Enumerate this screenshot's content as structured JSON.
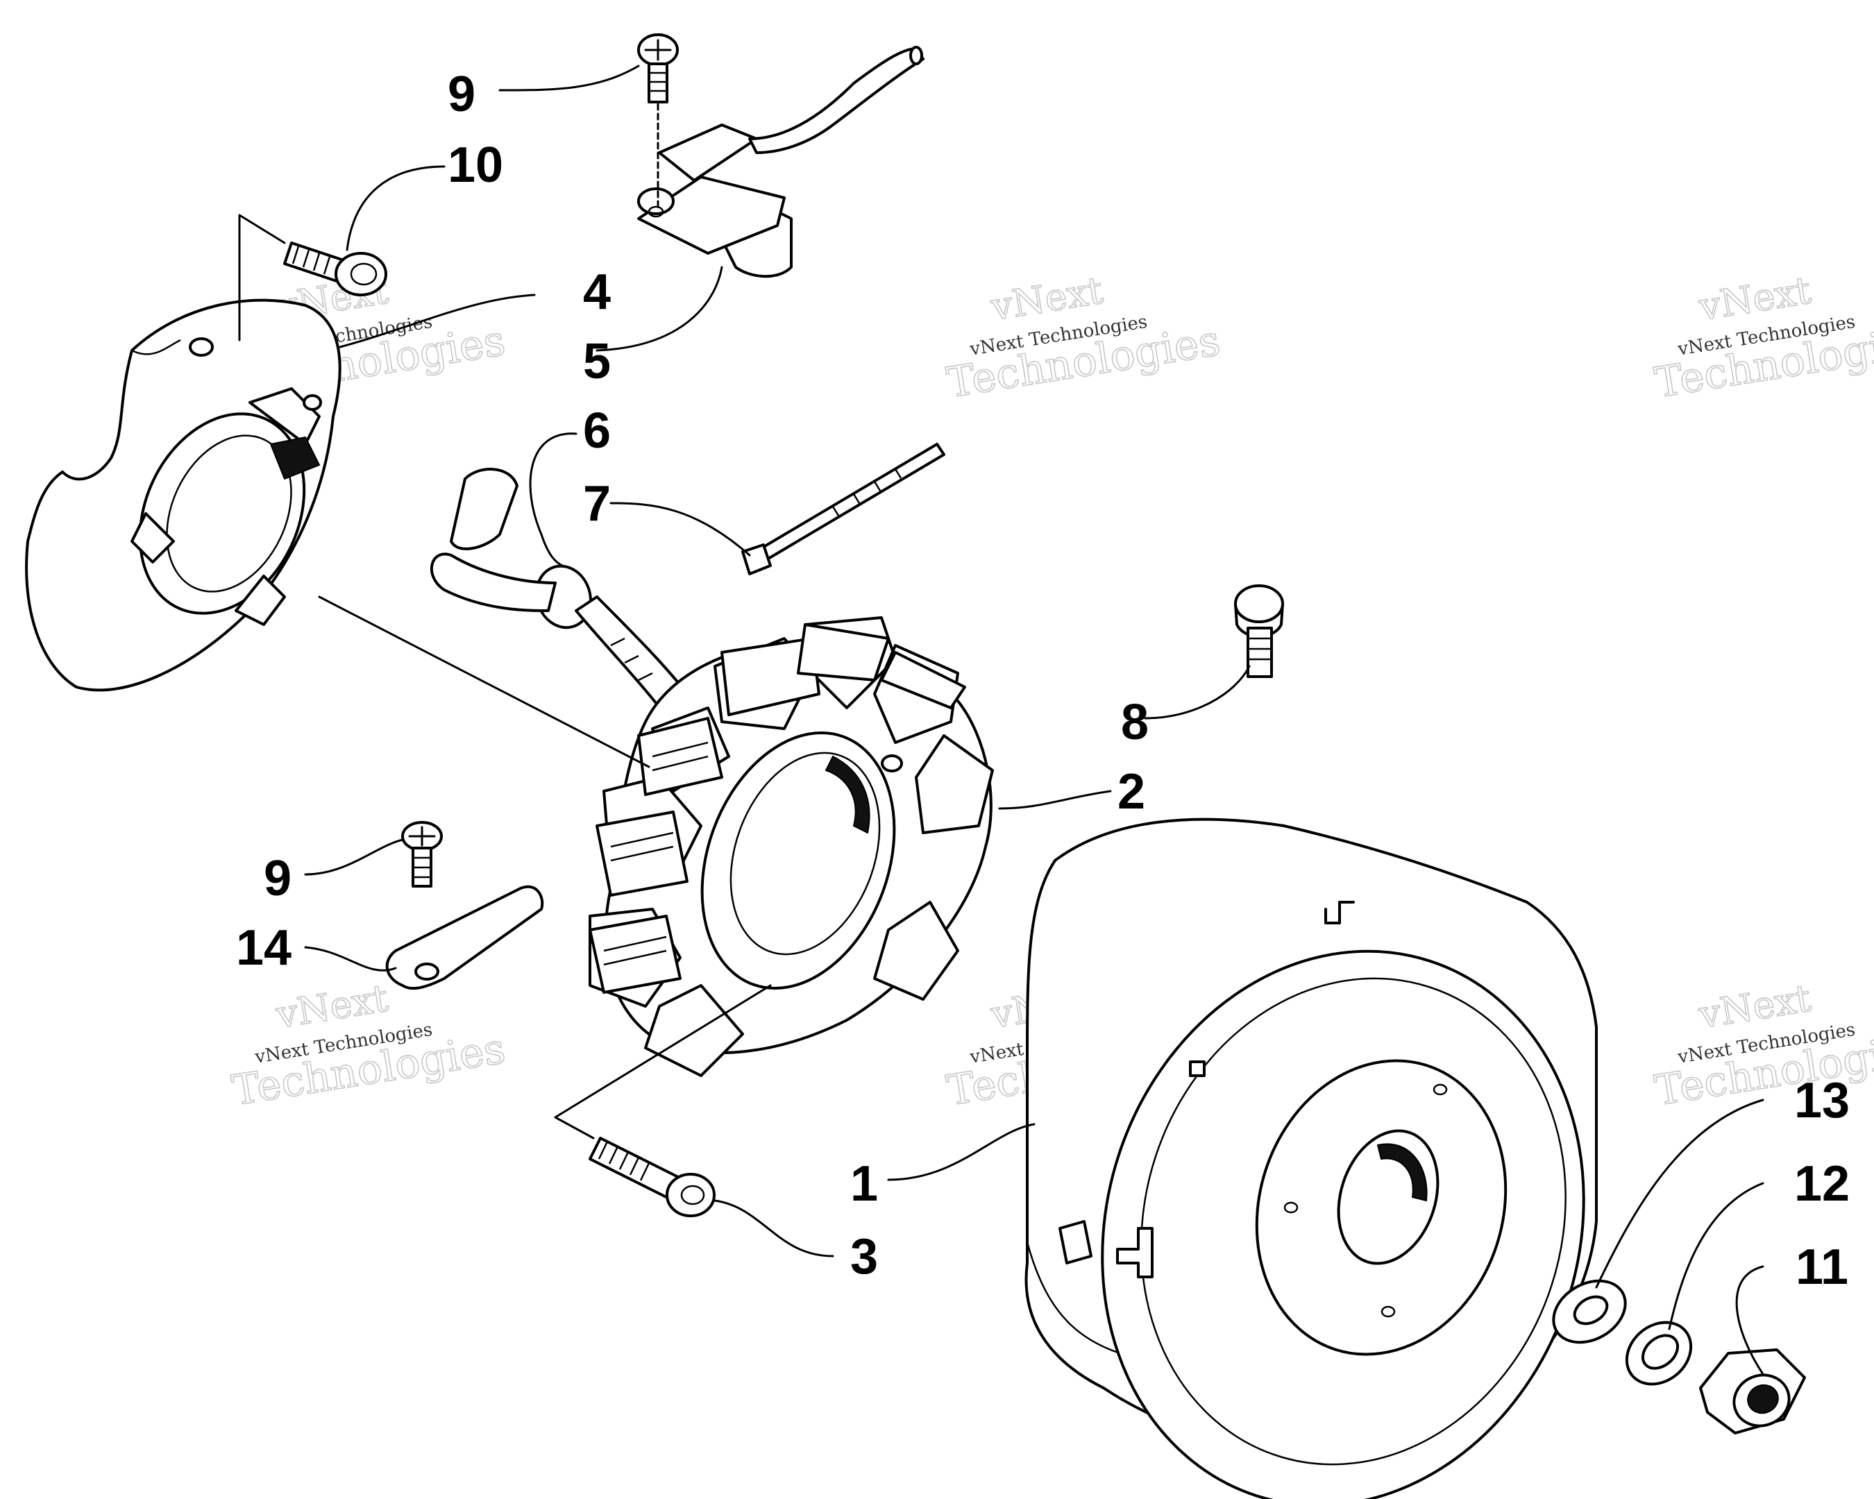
{
  "callouts": [
    {
      "label": "9"
    },
    {
      "label": "10"
    },
    {
      "label": "4"
    },
    {
      "label": "5"
    },
    {
      "label": "6"
    },
    {
      "label": "7"
    },
    {
      "label": "8"
    },
    {
      "label": "2"
    },
    {
      "label": "9"
    },
    {
      "label": "14"
    },
    {
      "label": "1"
    },
    {
      "label": "3"
    },
    {
      "label": "13"
    },
    {
      "label": "12"
    },
    {
      "label": "11"
    }
  ],
  "watermark": {
    "brand": "vNext",
    "word": "Technologies",
    "caption": "vNext Technologies"
  }
}
